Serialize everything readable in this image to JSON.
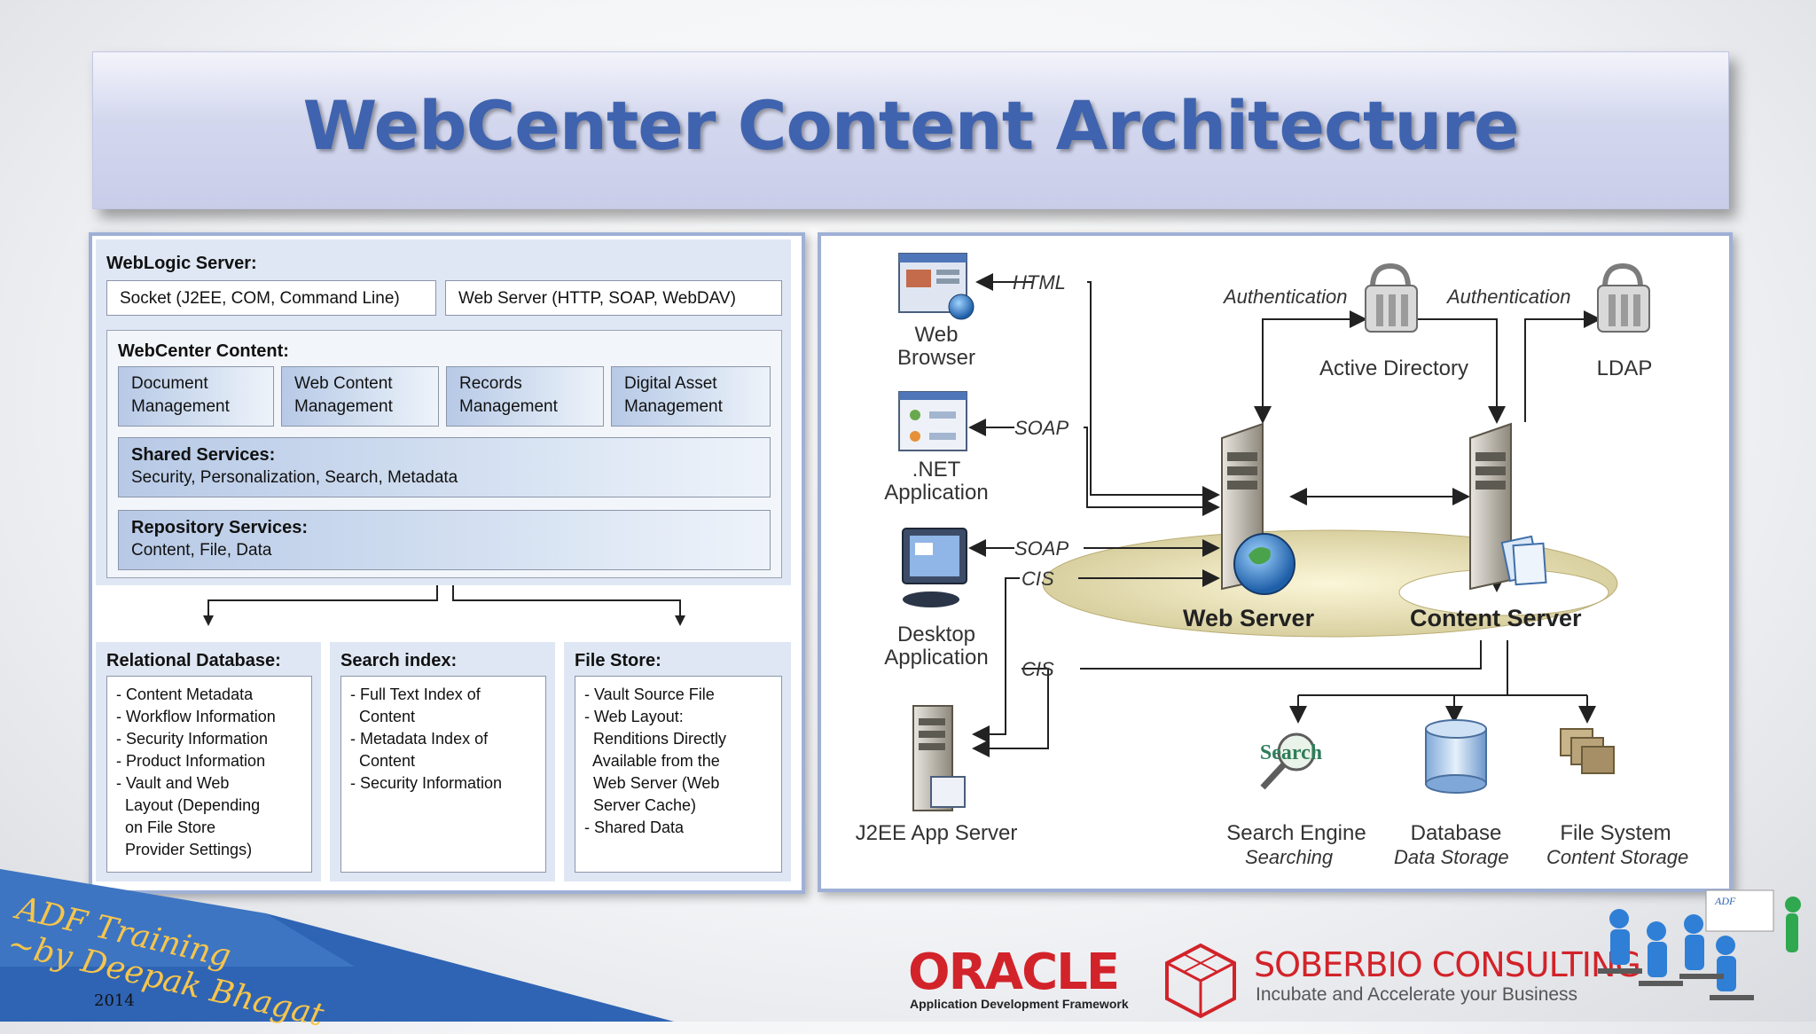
{
  "title": "WebCenter Content Architecture",
  "left": {
    "weblogic_label": "WebLogic Server:",
    "socket_label": "Socket (J2EE, COM, Command Line)",
    "webserver_label": "Web Server (HTTP, SOAP,  WebDAV)",
    "webcenter_label": "WebCenter Content:",
    "modules": [
      {
        "line1": "Document",
        "line2": "Management"
      },
      {
        "line1": "Web Content",
        "line2": "Management"
      },
      {
        "line1": "Records",
        "line2": "Management"
      },
      {
        "line1": "Digital Asset",
        "line2": "Management"
      }
    ],
    "shared_title": "Shared Services:",
    "shared_body": "Security, Personalization, Search, Metadata",
    "repo_title": "Repository Services:",
    "repo_body": "Content, File, Data",
    "relational_title": "Relational Database:",
    "relational_items": [
      "- Content Metadata",
      "- Workflow Information",
      "- Security Information",
      "- Product Information",
      "- Vault and Web",
      "  Layout (Depending",
      "  on File Store",
      "  Provider Settings)"
    ],
    "search_title": "Search index:",
    "search_items": [
      "- Full Text Index of",
      "  Content",
      "- Metadata Index of",
      "  Content",
      "- Security Information"
    ],
    "filestore_title": "File Store:",
    "filestore_items": [
      "- Vault Source File",
      "- Web Layout:",
      "  Renditions Directly",
      "  Available from the",
      "  Web Server (Web",
      "  Server Cache)",
      "- Shared Data"
    ]
  },
  "right": {
    "browser": [
      "Web",
      "Browser"
    ],
    "net": [
      ".NET",
      "Application"
    ],
    "desktop": [
      "Desktop",
      "Application"
    ],
    "j2ee": "J2EE App Server",
    "html_tag": "HTML",
    "soap1": "SOAP",
    "soap2": "SOAP",
    "cis1": "CIS",
    "cis2": "CIS",
    "auth1": "Authentication",
    "auth2": "Authentication",
    "active_directory": "Active Directory",
    "ldap": "LDAP",
    "web_server": "Web Server",
    "content_server": "Content Server",
    "search_engine": "Search Engine",
    "search_sub": "Searching",
    "database": "Database",
    "database_sub": "Data Storage",
    "file_system": "File System",
    "file_sub": "Content Storage",
    "search_icon_text": "Search"
  },
  "footer": {
    "training1": "ADF Training",
    "training2": "~by Deepak Bhagat",
    "year": "2014",
    "oracle": "ORACLE",
    "oracle_sub": "Application Development Framework",
    "soberbio": "SOBERBIO CONSULTING",
    "soberbio_sub": "Incubate and Accelerate your Business",
    "mini_board": "ADF"
  },
  "colors": {
    "title": "#3f63ae",
    "oracle_red": "#d2232a",
    "panel_border": "#9fb0d6"
  }
}
